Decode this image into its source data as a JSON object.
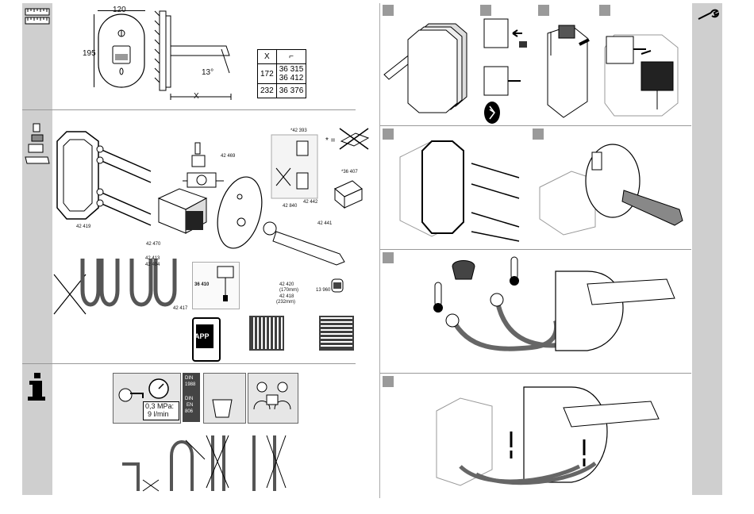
{
  "left_page": {
    "section1": {
      "dim_width": "120",
      "dim_height": "195",
      "angle": "13°",
      "x_label": "X",
      "table": {
        "headers": [
          "X",
          ""
        ],
        "rows": [
          {
            "x": "172",
            "codes": [
              "36 315",
              "36 412"
            ]
          },
          {
            "x": "232",
            "codes": [
              "36 376"
            ]
          }
        ]
      }
    },
    "section2": {
      "parts": {
        "p42393": "*42 393",
        "p42469": "42 469",
        "star_eq": "* =",
        "p36407": "*36 407",
        "p42840": "42 840",
        "p42442": "42 442",
        "p42441": "42 441",
        "p42419": "42 419",
        "p42470": "42 470",
        "p42413": "42 413",
        "p42404": "42 404",
        "p42417": "42 417",
        "p36410": "36 410",
        "p42420": "42 420",
        "p42420_sub": "(170mm)",
        "p42418": "42 418",
        "p42418_sub": "(232mm)",
        "p13960": "13 960",
        "app_label": "APP"
      }
    },
    "section3": {
      "pressure_line1": "0,3 MPa:",
      "pressure_line2": "9 l/min",
      "din1_lines": [
        "DIN",
        "1988"
      ],
      "din2_lines": [
        "DIN",
        "EN",
        "806"
      ]
    }
  },
  "right_page": {
    "steps": [
      "",
      "",
      "",
      "",
      "",
      "",
      "",
      ""
    ]
  },
  "colors": {
    "sidebar": "#cfcfcf",
    "step_tag": "#9a9a9a",
    "line": "#333333"
  }
}
